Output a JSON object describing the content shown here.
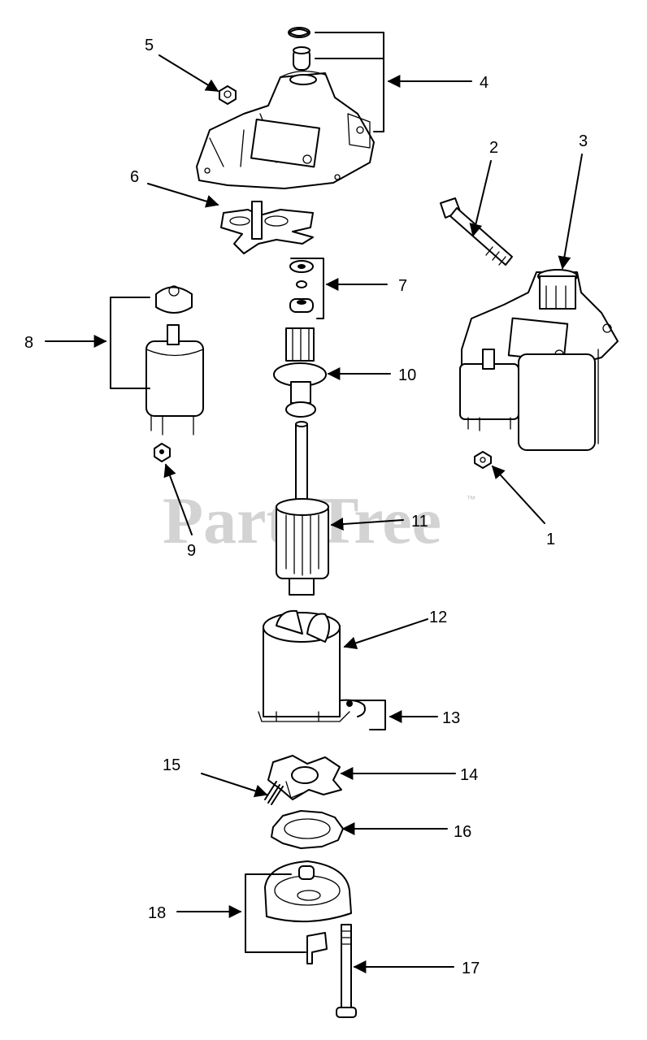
{
  "watermark": {
    "text": "PartsTree",
    "trademark": "™"
  },
  "callouts": [
    {
      "id": "1",
      "label": "1"
    },
    {
      "id": "2",
      "label": "2"
    },
    {
      "id": "3",
      "label": "3"
    },
    {
      "id": "4",
      "label": "4"
    },
    {
      "id": "5",
      "label": "5"
    },
    {
      "id": "6",
      "label": "6"
    },
    {
      "id": "7",
      "label": "7"
    },
    {
      "id": "8",
      "label": "8"
    },
    {
      "id": "9",
      "label": "9"
    },
    {
      "id": "10",
      "label": "10"
    },
    {
      "id": "11",
      "label": "11"
    },
    {
      "id": "12",
      "label": "12"
    },
    {
      "id": "13",
      "label": "13"
    },
    {
      "id": "14",
      "label": "14"
    },
    {
      "id": "15",
      "label": "15"
    },
    {
      "id": "16",
      "label": "16"
    },
    {
      "id": "17",
      "label": "17"
    },
    {
      "id": "18",
      "label": "18"
    }
  ]
}
